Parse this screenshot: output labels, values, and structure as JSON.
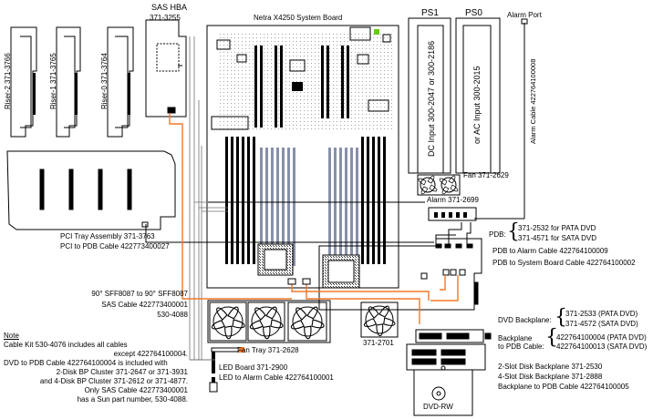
{
  "board": {
    "title": "Netra X4250 System Board"
  },
  "sas_hba": {
    "title": "SAS HBA",
    "part": "371-3255"
  },
  "risers": [
    "Riser-2 371-3766",
    "Riser-1 371-3765",
    "Riser-0 371-3764"
  ],
  "power_supplies": {
    "ps1": {
      "label": "PS1",
      "text": "DC Input 300-2047 or 300-2186"
    },
    "ps0": {
      "label": "PS0",
      "text": "or AC Input 300-2015"
    }
  },
  "alarm_port": {
    "label": "Alarm Port",
    "cable": "Alarm Cable 422764100008"
  },
  "fan_small": "Fan 371-2629",
  "alarm_board": "Alarm 371-2699",
  "pdb": {
    "label": "PDB:",
    "options": [
      "371-2532 for PATA DVD",
      "371-4571 for SATA DVD"
    ],
    "cable_alarm": "PDB to Alarm Cable 422764100009",
    "cable_board": "PDB to System Board Cable 422764100002"
  },
  "pci_tray": {
    "name": "PCI Tray Assembly 371-3763",
    "cable": "PCI to PDB Cable 422773400027"
  },
  "sas_cable": {
    "line1": "90° SFF8087 to 90° SFF8087",
    "line2": "SAS Cable 422773400001",
    "line3": "530-4088"
  },
  "note": {
    "title": "Note",
    "lines": [
      "Cable Kit 530-4076 includes all cables",
      "except 422764100004.",
      "DVD to PDB Cable 422764100004 is included with",
      "2-Disk BP Cluster 371-2647 or 371-3931",
      "and 4-Disk BP Cluster 371-2612 or 371-4877.",
      "Only SAS Cable 422773400001",
      "has a Sun part number, 530-4088."
    ]
  },
  "fan_tray": "Fan Tray 371-2628",
  "part_2701": "371-2701",
  "dvd_backplane": {
    "label": "DVD Backplane:",
    "options": [
      "371-2533 (PATA DVD)",
      "371-4572 (SATA DVD)"
    ]
  },
  "backplane_pdb": {
    "label1": "Backplane",
    "label2": "to PDB Cable:",
    "options": [
      "422764100004 (PATA DVD)",
      "422764100013 (SATA DVD)"
    ]
  },
  "disk_backplanes": [
    "2-Slot Disk Backplane 371-2530",
    "4-Slot Disk Backplane 371-2888",
    "Backplane to PDB Cable 422764100005"
  ],
  "led": {
    "board": "LED Board 371-2900",
    "cable": "LED to Alarm Cable 422764100001"
  },
  "dvd": "DVD-RW",
  "colors": {
    "line": "#000000",
    "sas_cable": "#f07828",
    "grid": "#707070",
    "dimm": "#8890a8"
  }
}
